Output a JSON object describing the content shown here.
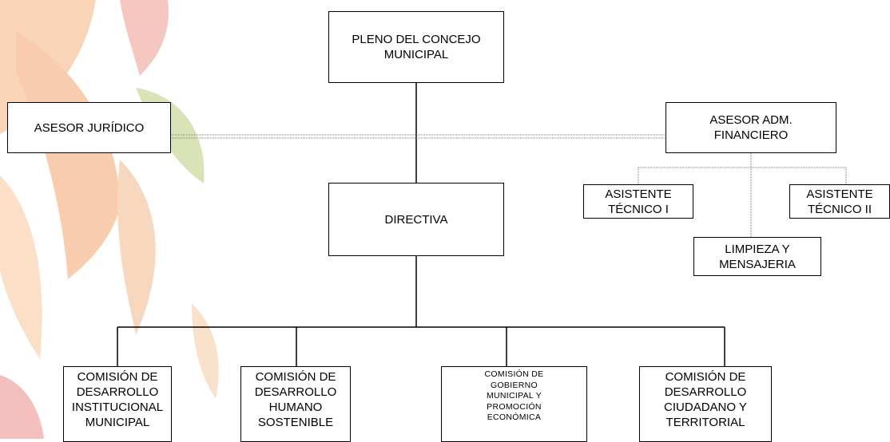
{
  "org_chart": {
    "pleno": "PLENO DEL CONCEJO\nMUNICIPAL",
    "asesor_juridico": "ASESOR JURÍDICO",
    "asesor_financiero": "ASESOR ADM.\nFINANCIERO",
    "directiva": "DIRECTIVA",
    "asistente_1": "ASISTENTE\nTÉCNICO I",
    "asistente_2": "ASISTENTE\nTÉCNICO II",
    "limpieza": "LIMPIEZA Y\nMENSAJERIA",
    "comisiones": [
      "COMISIÓN DE\nDESARROLLO\nINSTITUCIONAL\nMUNICIPAL",
      "COMISIÓN DE\nDESARROLLO\nHUMANO\nSOSTENIBLE",
      "COMISIÓN DE\nGOBIERNO\nMUNICIPAL Y\nPROMOCIÓN\nECONÓMICA",
      "COMISIÓN DE\nDESARROLLO\nCIUDADANO Y\nTERRITORIAL"
    ]
  },
  "colors": {
    "watermark_orange": "#f3a36a",
    "watermark_red": "#ec8a86",
    "watermark_green": "#b9cf7e",
    "line": "#000000"
  }
}
